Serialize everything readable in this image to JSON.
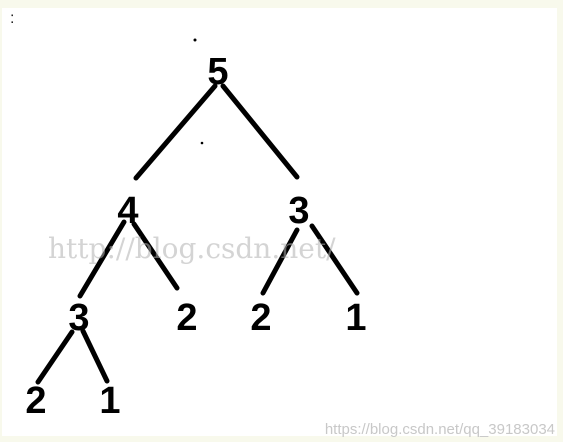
{
  "corner_mark": ":",
  "tree": {
    "nodes": [
      {
        "id": "n5",
        "label": "5"
      },
      {
        "id": "n4",
        "label": "4"
      },
      {
        "id": "n3a",
        "label": "3"
      },
      {
        "id": "n3b",
        "label": "3"
      },
      {
        "id": "n2a",
        "label": "2"
      },
      {
        "id": "n2b",
        "label": "2"
      },
      {
        "id": "n1a",
        "label": "1"
      },
      {
        "id": "n2c",
        "label": "2"
      },
      {
        "id": "n1b",
        "label": "1"
      }
    ],
    "edges": [
      [
        "n5",
        "n4"
      ],
      [
        "n5",
        "n3a"
      ],
      [
        "n4",
        "n3b"
      ],
      [
        "n4",
        "n2a"
      ],
      [
        "n3a",
        "n2b"
      ],
      [
        "n3a",
        "n1a"
      ],
      [
        "n3b",
        "n2c"
      ],
      [
        "n3b",
        "n1b"
      ]
    ]
  },
  "watermark": {
    "center": "http://blog.csdn.net/",
    "bottom": "https://blog.csdn.net/qq_39183034"
  }
}
